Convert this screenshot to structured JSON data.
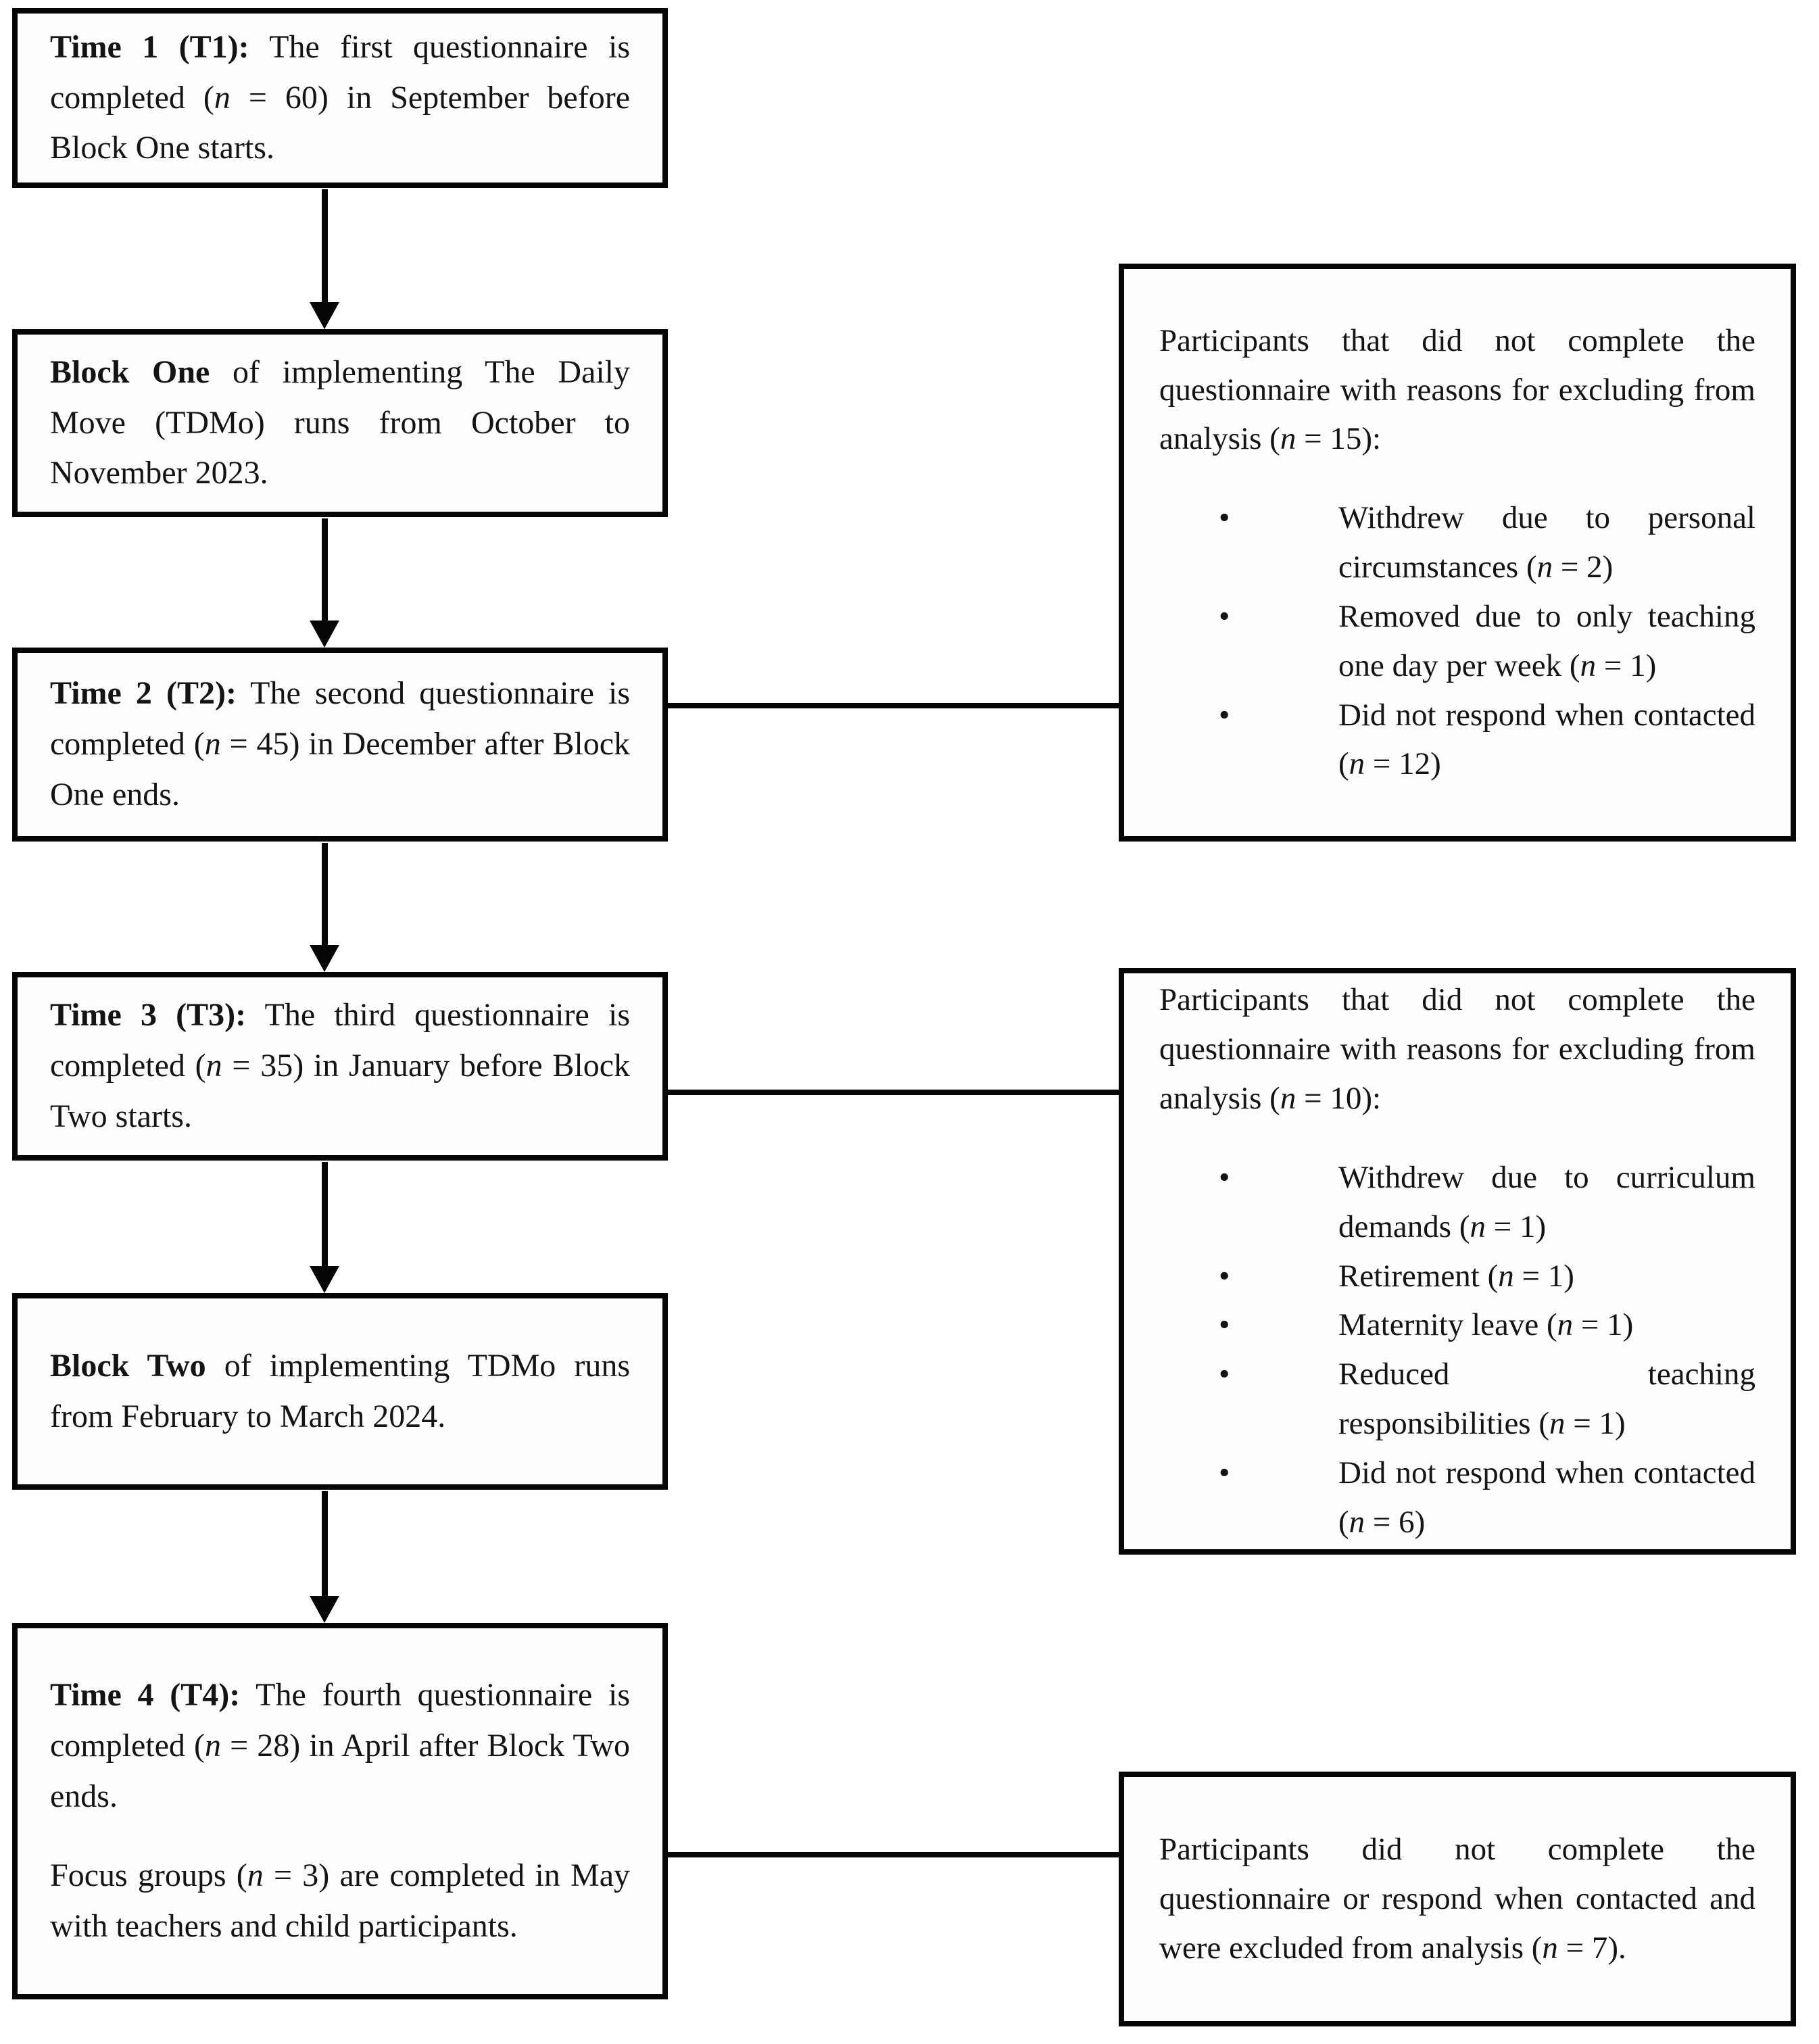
{
  "figure": {
    "type": "participant-flow-diagram",
    "description": "Study timeline flowchart with questionnaire time points and participant exclusion boxes"
  },
  "glyphs": {
    "bullet": "•"
  },
  "colors": {
    "line": "#060606",
    "text": "#141414",
    "box_background": "#fdfdfd",
    "page_background": "#ffffff"
  },
  "flow_boxes": [
    {
      "name": "time1",
      "segments": [
        {
          "t": "Time 1 (T1):",
          "s": "b"
        },
        {
          "t": " The first questionnaire is completed (",
          "s": ""
        },
        {
          "t": "n",
          "s": "i"
        },
        {
          "t": " = 60) in September before Block One starts.",
          "s": ""
        }
      ]
    },
    {
      "name": "block-one",
      "segments": [
        {
          "t": "Block One",
          "s": "b"
        },
        {
          "t": " of implementing The Daily Move (TDMo) runs from October to November 2023.",
          "s": ""
        }
      ]
    },
    {
      "name": "time2",
      "segments": [
        {
          "t": "Time 2 (T2):",
          "s": "b"
        },
        {
          "t": " The second questionnaire is completed (",
          "s": ""
        },
        {
          "t": "n",
          "s": "i"
        },
        {
          "t": " = 45) in December after Block One ends.",
          "s": ""
        }
      ]
    },
    {
      "name": "time3",
      "segments": [
        {
          "t": "Time 3 (T3):",
          "s": "b"
        },
        {
          "t": " The third questionnaire is completed (",
          "s": ""
        },
        {
          "t": "n",
          "s": "i"
        },
        {
          "t": " = 35) in January before Block Two starts.",
          "s": ""
        }
      ]
    },
    {
      "name": "block-two",
      "segments": [
        {
          "t": "Block Two",
          "s": "b"
        },
        {
          "t": " of implementing TDMo runs from February to March 2024.",
          "s": ""
        }
      ]
    },
    {
      "name": "time4",
      "segments": [
        {
          "t": "Time 4 (T4):",
          "s": "b"
        },
        {
          "t": " The fourth questionnaire is completed (",
          "s": ""
        },
        {
          "t": "n",
          "s": "i"
        },
        {
          "t": " = 28) in April after Block Two ends.",
          "s": ""
        }
      ],
      "segments2": [
        {
          "t": "Focus groups (",
          "s": ""
        },
        {
          "t": "n",
          "s": "i"
        },
        {
          "t": " = 3) are completed in May with teachers and child participants.",
          "s": ""
        }
      ]
    }
  ],
  "side_boxes": [
    {
      "name": "exclusions-after-t2",
      "intro": [
        {
          "t": "Participants that did not complete the questionnaire with reasons for excluding from analysis (",
          "s": ""
        },
        {
          "t": "n",
          "s": "i"
        },
        {
          "t": " = 15):",
          "s": ""
        }
      ],
      "bullets": [
        [
          {
            "t": "Withdrew due to personal circumstances (",
            "s": ""
          },
          {
            "t": "n",
            "s": "i"
          },
          {
            "t": " = 2)",
            "s": ""
          }
        ],
        [
          {
            "t": "Removed due to only teaching one day per week (",
            "s": ""
          },
          {
            "t": "n",
            "s": "i"
          },
          {
            "t": " = 1)",
            "s": ""
          }
        ],
        [
          {
            "t": "Did not respond when contacted (",
            "s": ""
          },
          {
            "t": "n",
            "s": "i"
          },
          {
            "t": " = 12)",
            "s": ""
          }
        ]
      ]
    },
    {
      "name": "exclusions-after-t3",
      "intro": [
        {
          "t": "Participants that did not complete the questionnaire with reasons for excluding from analysis (",
          "s": ""
        },
        {
          "t": "n",
          "s": "i"
        },
        {
          "t": " = 10):",
          "s": ""
        }
      ],
      "bullets": [
        [
          {
            "t": "Withdrew due to curriculum demands (",
            "s": ""
          },
          {
            "t": "n",
            "s": "i"
          },
          {
            "t": " = 1)",
            "s": ""
          }
        ],
        [
          {
            "t": "Retirement (",
            "s": ""
          },
          {
            "t": "n",
            "s": "i"
          },
          {
            "t": " = 1)",
            "s": ""
          }
        ],
        [
          {
            "t": "Maternity leave (",
            "s": ""
          },
          {
            "t": "n",
            "s": "i"
          },
          {
            "t": " = 1)",
            "s": ""
          }
        ],
        [
          {
            "t": "Reduced teaching responsibilities (",
            "s": ""
          },
          {
            "t": "n",
            "s": "i"
          },
          {
            "t": " = 1)",
            "s": ""
          }
        ],
        [
          {
            "t": "Did not respond when contacted (",
            "s": ""
          },
          {
            "t": "n",
            "s": "i"
          },
          {
            "t": " = 6)",
            "s": ""
          }
        ]
      ]
    },
    {
      "name": "exclusions-after-t4",
      "intro": [
        {
          "t": "Participants did not complete the questionnaire or respond when contacted and were excluded from analysis (",
          "s": ""
        },
        {
          "t": "n",
          "s": "i"
        },
        {
          "t": " = 7).",
          "s": ""
        }
      ],
      "bullets": []
    }
  ]
}
